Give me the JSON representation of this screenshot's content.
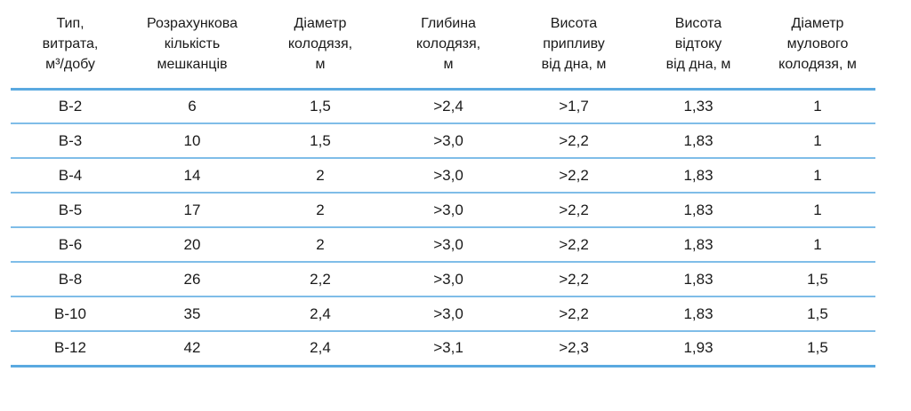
{
  "table": {
    "headers": [
      [
        "Тип,",
        "витрата,",
        "м³/добу"
      ],
      [
        "Розрахункова",
        "кількість",
        "мешканців"
      ],
      [
        "Діаметр",
        "колодязя,",
        "м"
      ],
      [
        "Глибина",
        "колодязя,",
        "м"
      ],
      [
        "Висота",
        "припливу",
        "від дна, м"
      ],
      [
        "Висота",
        "відтоку",
        "від дна, м"
      ],
      [
        "Діаметр",
        "мулового",
        "колодязя, м"
      ]
    ],
    "rows": [
      [
        "В-2",
        "6",
        "1,5",
        ">2,4",
        ">1,7",
        "1,33",
        "1"
      ],
      [
        "В-3",
        "10",
        "1,5",
        ">3,0",
        ">2,2",
        "1,83",
        "1"
      ],
      [
        "В-4",
        "14",
        "2",
        ">3,0",
        ">2,2",
        "1,83",
        "1"
      ],
      [
        "В-5",
        "17",
        "2",
        ">3,0",
        ">2,2",
        "1,83",
        "1"
      ],
      [
        "В-6",
        "20",
        "2",
        ">3,0",
        ">2,2",
        "1,83",
        "1"
      ],
      [
        "В-8",
        "26",
        "2,2",
        ">3,0",
        ">2,2",
        "1,83",
        "1,5"
      ],
      [
        "В-10",
        "35",
        "2,4",
        ">3,0",
        ">2,2",
        "1,83",
        "1,5"
      ],
      [
        "В-12",
        "42",
        "2,4",
        ">3,1",
        ">2,3",
        "1,93",
        "1,5"
      ]
    ]
  },
  "colors": {
    "header_border": "#5aa9e0",
    "row_border": "#7fbde8",
    "text": "#1a1a1a"
  }
}
